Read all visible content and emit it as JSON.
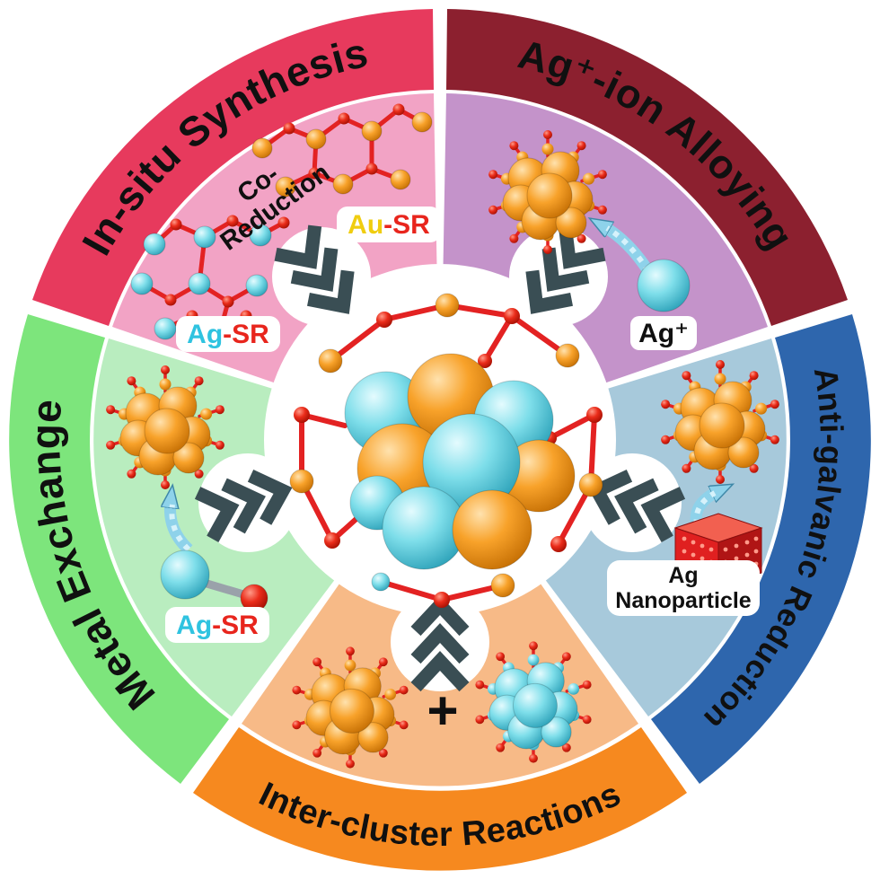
{
  "segments": [
    {
      "id": "in-situ-synthesis",
      "label": "In-situ Synthesis",
      "ring_color": "#e73a5d",
      "wedge_color": "#f2a3c5"
    },
    {
      "id": "ag-ion-alloying",
      "label": "Ag⁺-ion Alloying",
      "ring_color": "#8c202f",
      "wedge_color": "#c493ca"
    },
    {
      "id": "anti-galvanic-reduction",
      "label": "Anti-galvanic Reduction",
      "ring_color": "#2e66ad",
      "wedge_color": "#a7c9db"
    },
    {
      "id": "inter-cluster-reactions",
      "label": "Inter-cluster Reactions",
      "ring_color": "#f6891f",
      "wedge_color": "#f7ba87"
    },
    {
      "id": "metal-exchange",
      "label": "Metal Exchange",
      "ring_color": "#7de57c",
      "wedge_color": "#b9edbf"
    }
  ],
  "annotations": {
    "co_reduction": {
      "line1": "Co-",
      "line2": "Reduction"
    },
    "au_sr": {
      "metal": "Au",
      "suffix": "-SR"
    },
    "ag_sr_insitu": {
      "metal": "Ag",
      "suffix": "-SR"
    },
    "ag_ion": "Ag⁺",
    "ag_nanoparticle": {
      "line1": "Ag",
      "line2": "Nanoparticle"
    },
    "ag_sr_exchange": {
      "metal": "Ag",
      "suffix": "-SR"
    },
    "plus": "+"
  },
  "colors": {
    "chevron": "#3a4e54",
    "gold_atom": "#f29111",
    "silver_atom": "#6fd6e8",
    "thiolate_red": "#e32222",
    "label_au_yellow": "#f0cd10",
    "label_ag_cyan": "#2fc3e0",
    "label_sr_red": "#e8251d",
    "background": "#ffffff"
  }
}
